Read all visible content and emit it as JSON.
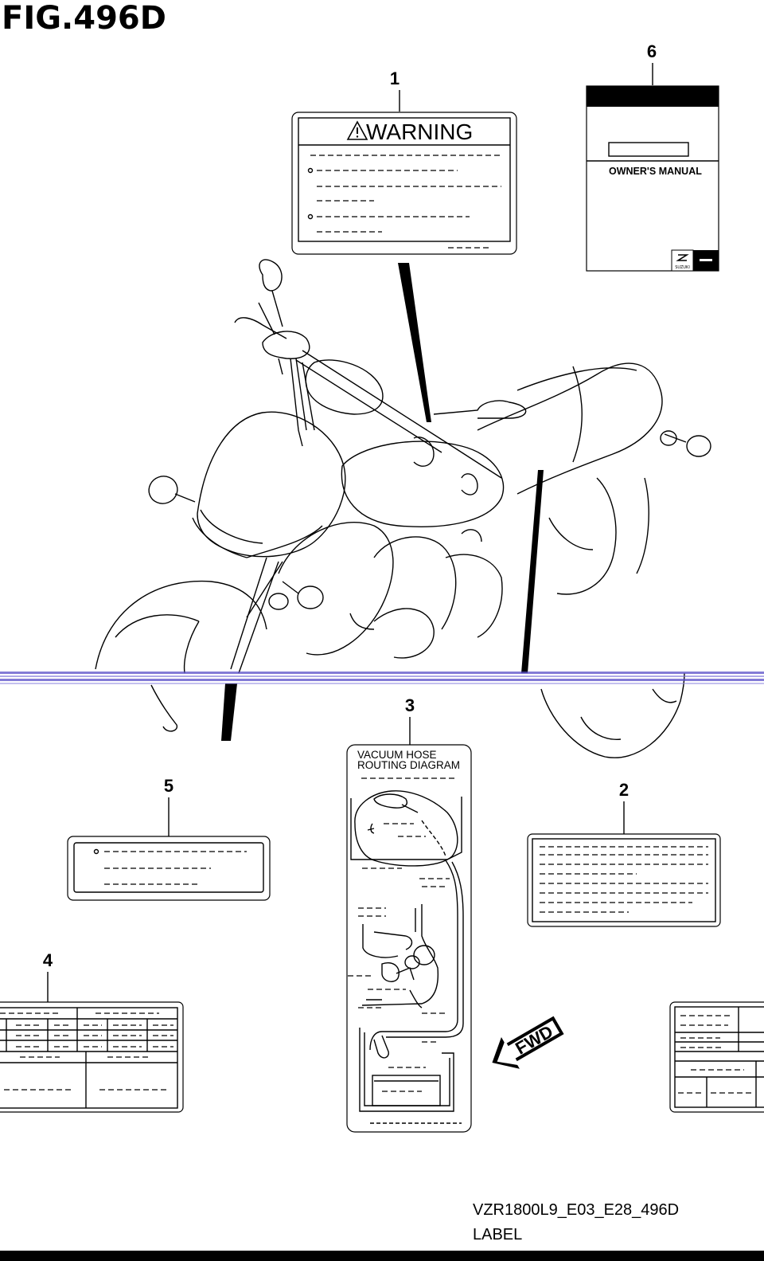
{
  "figure": {
    "title": "FIG.496D"
  },
  "callouts": [
    "1",
    "2",
    "3",
    "4",
    "5",
    "6"
  ],
  "labels": {
    "warning": {
      "heading": "WARNING"
    },
    "vacuum": {
      "line1": "VACUUM HOSE",
      "line2": "ROUTING DIAGRAM"
    },
    "manual": {
      "title": "OWNER'S MANUAL",
      "brand": "SUZUKI"
    },
    "direction": {
      "text": "FWD"
    }
  },
  "footer": {
    "code": "VZR1800L9_E03_E28_496D",
    "caption": "LABEL"
  },
  "icons": [
    "warning-triangle-icon",
    "suzuki-logo-icon",
    "fwd-arrow-icon"
  ]
}
